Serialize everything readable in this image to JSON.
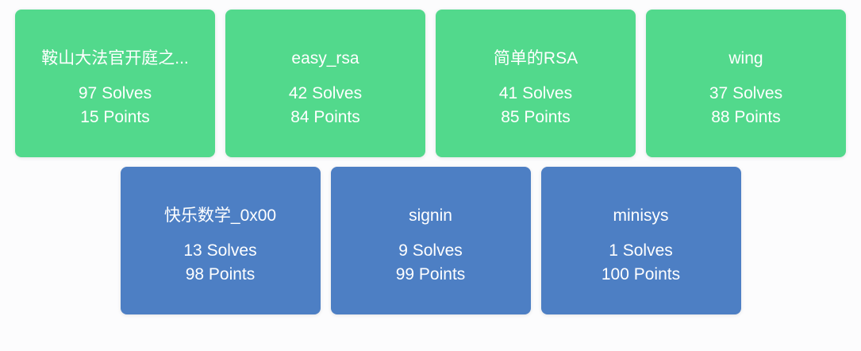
{
  "colors": {
    "card_green": "#52d98c",
    "card_blue": "#4d7fc4",
    "card_text": "#ffffff",
    "page_background": "#fcfcfd"
  },
  "challenges": [
    {
      "name": "鞍山大法官开庭之...",
      "solves": 97,
      "points": 15,
      "solves_text": "97 Solves",
      "points_text": "15 Points",
      "color": "green"
    },
    {
      "name": "easy_rsa",
      "solves": 42,
      "points": 84,
      "solves_text": "42 Solves",
      "points_text": "84 Points",
      "color": "green"
    },
    {
      "name": "简单的RSA",
      "solves": 41,
      "points": 85,
      "solves_text": "41 Solves",
      "points_text": "85 Points",
      "color": "green"
    },
    {
      "name": "wing",
      "solves": 37,
      "points": 88,
      "solves_text": "37 Solves",
      "points_text": "88 Points",
      "color": "green"
    },
    {
      "name": "快乐数学_0x00",
      "solves": 13,
      "points": 98,
      "solves_text": "13 Solves",
      "points_text": "98 Points",
      "color": "blue"
    },
    {
      "name": "signin",
      "solves": 9,
      "points": 99,
      "solves_text": "9 Solves",
      "points_text": "99 Points",
      "color": "blue"
    },
    {
      "name": "minisys",
      "solves": 1,
      "points": 100,
      "solves_text": "1 Solves",
      "points_text": "100 Points",
      "color": "blue"
    }
  ]
}
